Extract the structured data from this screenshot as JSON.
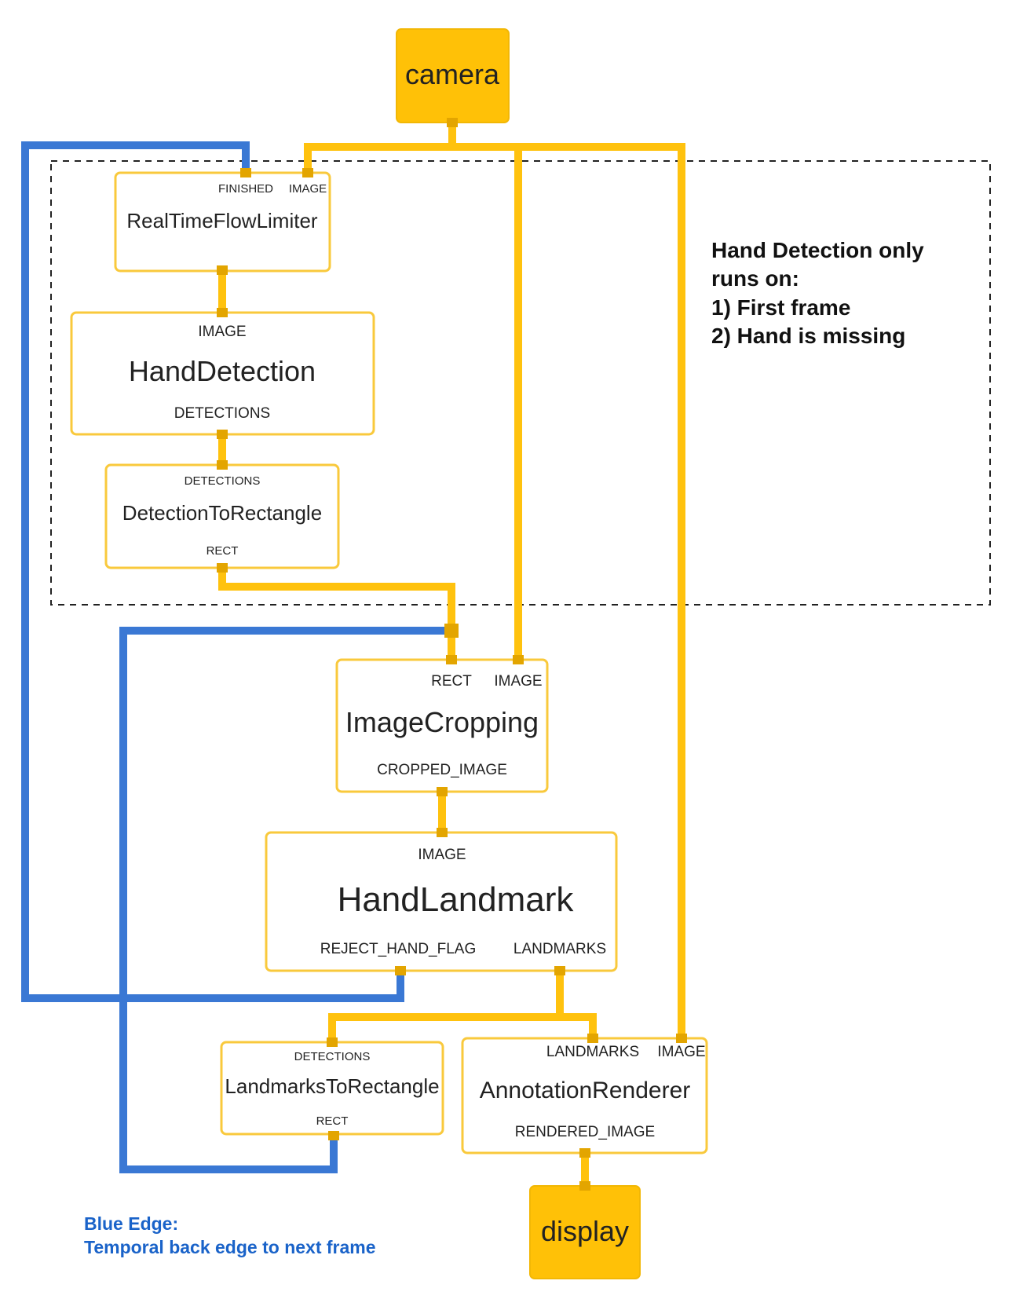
{
  "nodes": {
    "camera": {
      "label": "camera"
    },
    "display": {
      "label": "display"
    },
    "flow_limiter": {
      "name": "RealTimeFlowLimiter",
      "inputs": [
        "FINISHED",
        "IMAGE"
      ]
    },
    "hand_detection": {
      "name": "HandDetection",
      "input": "IMAGE",
      "output": "DETECTIONS"
    },
    "detection_to_rect": {
      "name": "DetectionToRectangle",
      "input": "DETECTIONS",
      "output": "RECT"
    },
    "image_cropping": {
      "name": "ImageCropping",
      "inputs": [
        "RECT",
        "IMAGE"
      ],
      "output": "CROPPED_IMAGE"
    },
    "hand_landmark": {
      "name": "HandLandmark",
      "input": "IMAGE",
      "outputs": [
        "REJECT_HAND_FLAG",
        "LANDMARKS"
      ]
    },
    "landmarks_to_rect": {
      "name": "LandmarksToRectangle",
      "input": "DETECTIONS",
      "output": "RECT"
    },
    "annotation_renderer": {
      "name": "AnnotationRenderer",
      "inputs": [
        "LANDMARKS",
        "IMAGE"
      ],
      "output": "RENDERED_IMAGE"
    }
  },
  "note": {
    "lines": [
      "Hand Detection only",
      "runs on:",
      "1) First frame",
      "2) Hand is missing"
    ]
  },
  "legend": {
    "lines": [
      "Blue Edge:",
      "Temporal back edge to next frame"
    ]
  },
  "colors": {
    "edge_forward": "#FFC20E",
    "edge_back": "#3A78D4",
    "node_border": "#F9C93C",
    "io_fill": "#FFC107",
    "legend_text": "#1A63C9"
  }
}
